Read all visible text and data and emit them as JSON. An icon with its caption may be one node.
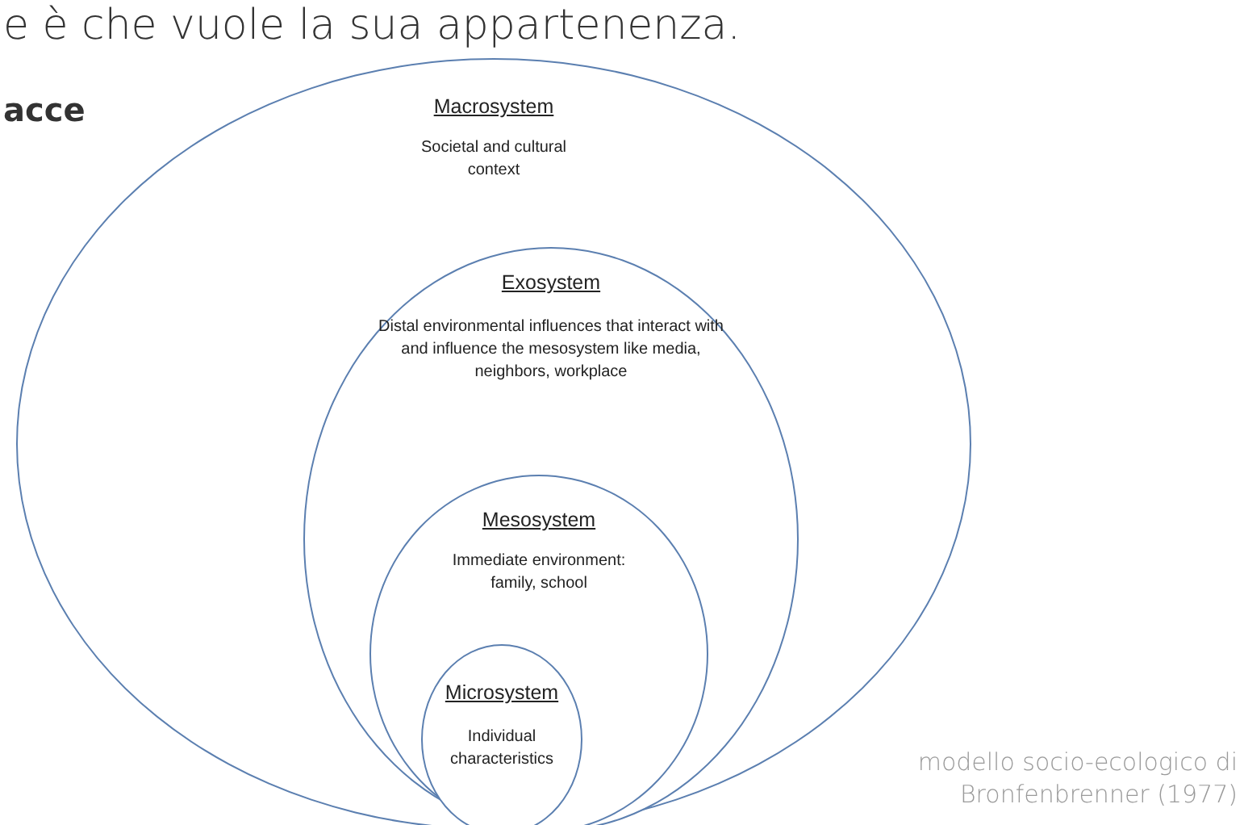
{
  "diagram": {
    "caption": "modello socio-ecologico di Bronfenbrenner (1977)",
    "nodes": [
      {
        "text": [
          "Macrosystem",
          "Societal and cultural context"
        ]
      },
      {
        "text": [
          "Exosystem",
          "Distal environmental influences that interact with and influence the mesosystem like media, neighbors, workplace"
        ],
        "in": 0
      },
      {
        "text": [
          "Mesosystem",
          "Immediate environment: family, school"
        ],
        "in": 1
      },
      {
        "text": [
          "Microsystem",
          "Individual characteristics"
        ],
        "in": 2
      }
    ],
    "labels": [
      "e è che vuole la sua appartenenza.",
      "acce"
    ]
  }
}
